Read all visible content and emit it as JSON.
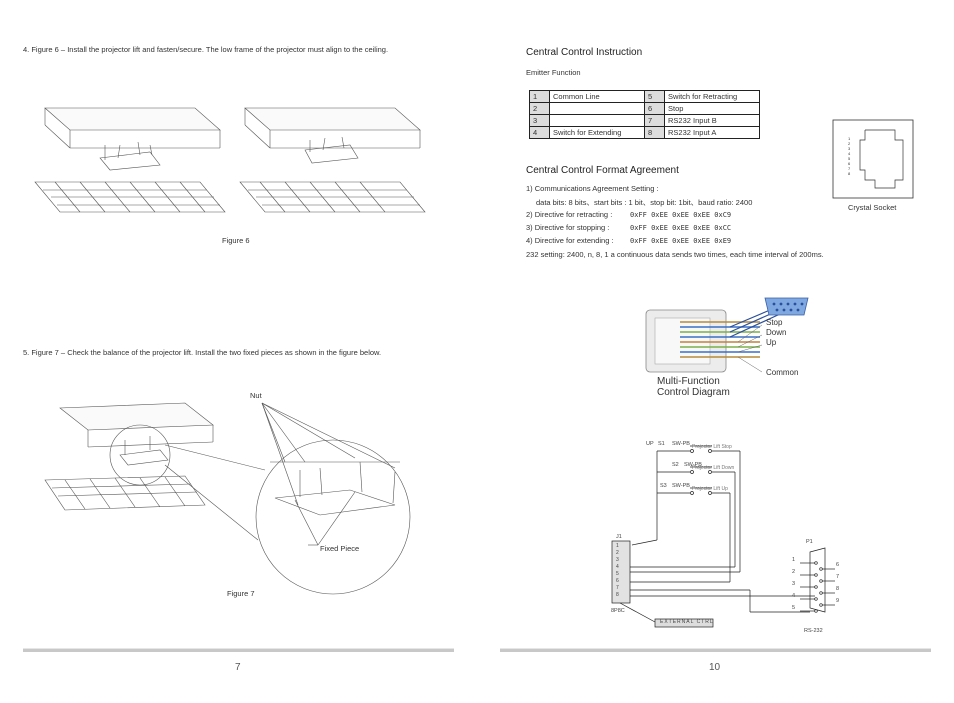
{
  "left_page": {
    "step4_text": "4. Figure 6 – Install the projector lift and fasten/secure. The low frame of the projector must align to the ceiling.",
    "figure6_caption": "Figure 6",
    "step5_text": "5. Figure 7 – Check the balance of the projector lift. Install the two fixed pieces as shown in the figure below.",
    "nut_label": "Nut",
    "fixed_piece_label": "Fixed Piece",
    "figure7_caption": "Figure 7",
    "page_number": "7"
  },
  "right_page": {
    "title": "Central Control Instruction",
    "emitter_label": "Emitter Function",
    "table_rows": [
      {
        "n1": "1",
        "l1": "Common Line",
        "n2": "5",
        "l2": "Switch for Retracting"
      },
      {
        "n1": "2",
        "l1": "",
        "n2": "6",
        "l2": "Stop"
      },
      {
        "n1": "3",
        "l1": "",
        "n2": "7",
        "l2": "RS232 Input B"
      },
      {
        "n1": "4",
        "l1": "Switch for Extending",
        "n2": "8",
        "l2": "RS232 Input A"
      }
    ],
    "crystal_label": "Crystal Socket",
    "format_title": "Central Control Format Agreement",
    "format_lines": {
      "l1": "1) Communications Agreement Setting :",
      "l2": "data bits: 8 bits、start bits : 1 bit、stop bit: 1bit、baud ratio: 2400",
      "l3": "2) Directive for retracting :",
      "l3_code": "0xFF 0xEE 0xEE 0xEE 0xC9",
      "l4": "3) Directive for stopping :",
      "l4_code": "0xFF 0xEE 0xEE 0xEE 0xCC",
      "l5": "4) Directive for extending :",
      "l5_code": "0xFF 0xEE 0xEE 0xEE 0xE9",
      "l6": "232 setting: 2400, n, 8, 1 a continuous data sends two times,  each time interval of 200ms."
    },
    "diagram_labels": {
      "stop": "Stop",
      "down": "Down",
      "up": "Up",
      "common": "Common",
      "caption_1": "Multi-Function",
      "caption_2": "Control Diagram"
    },
    "schematic": {
      "up_label": "UP",
      "s1": "S1",
      "s2": "S2",
      "s3": "S3",
      "sw": "SW-PB",
      "lift_stop": "Projector Lift Stop",
      "lift_down": "Projector Lift Down",
      "lift_up": "Projector Lift Up",
      "j1": "J1",
      "j1_part": "8P8C",
      "j1_pins": [
        "1",
        "2",
        "3",
        "4",
        "5",
        "6",
        "7",
        "8"
      ],
      "p1": "P1",
      "rs232": "RS-232",
      "db_left": [
        "1",
        "2",
        "3",
        "4",
        "5"
      ],
      "db_right": [
        "6",
        "7",
        "8",
        "9"
      ],
      "ext": "EXTERNAL CTRL"
    },
    "page_number": "10"
  }
}
